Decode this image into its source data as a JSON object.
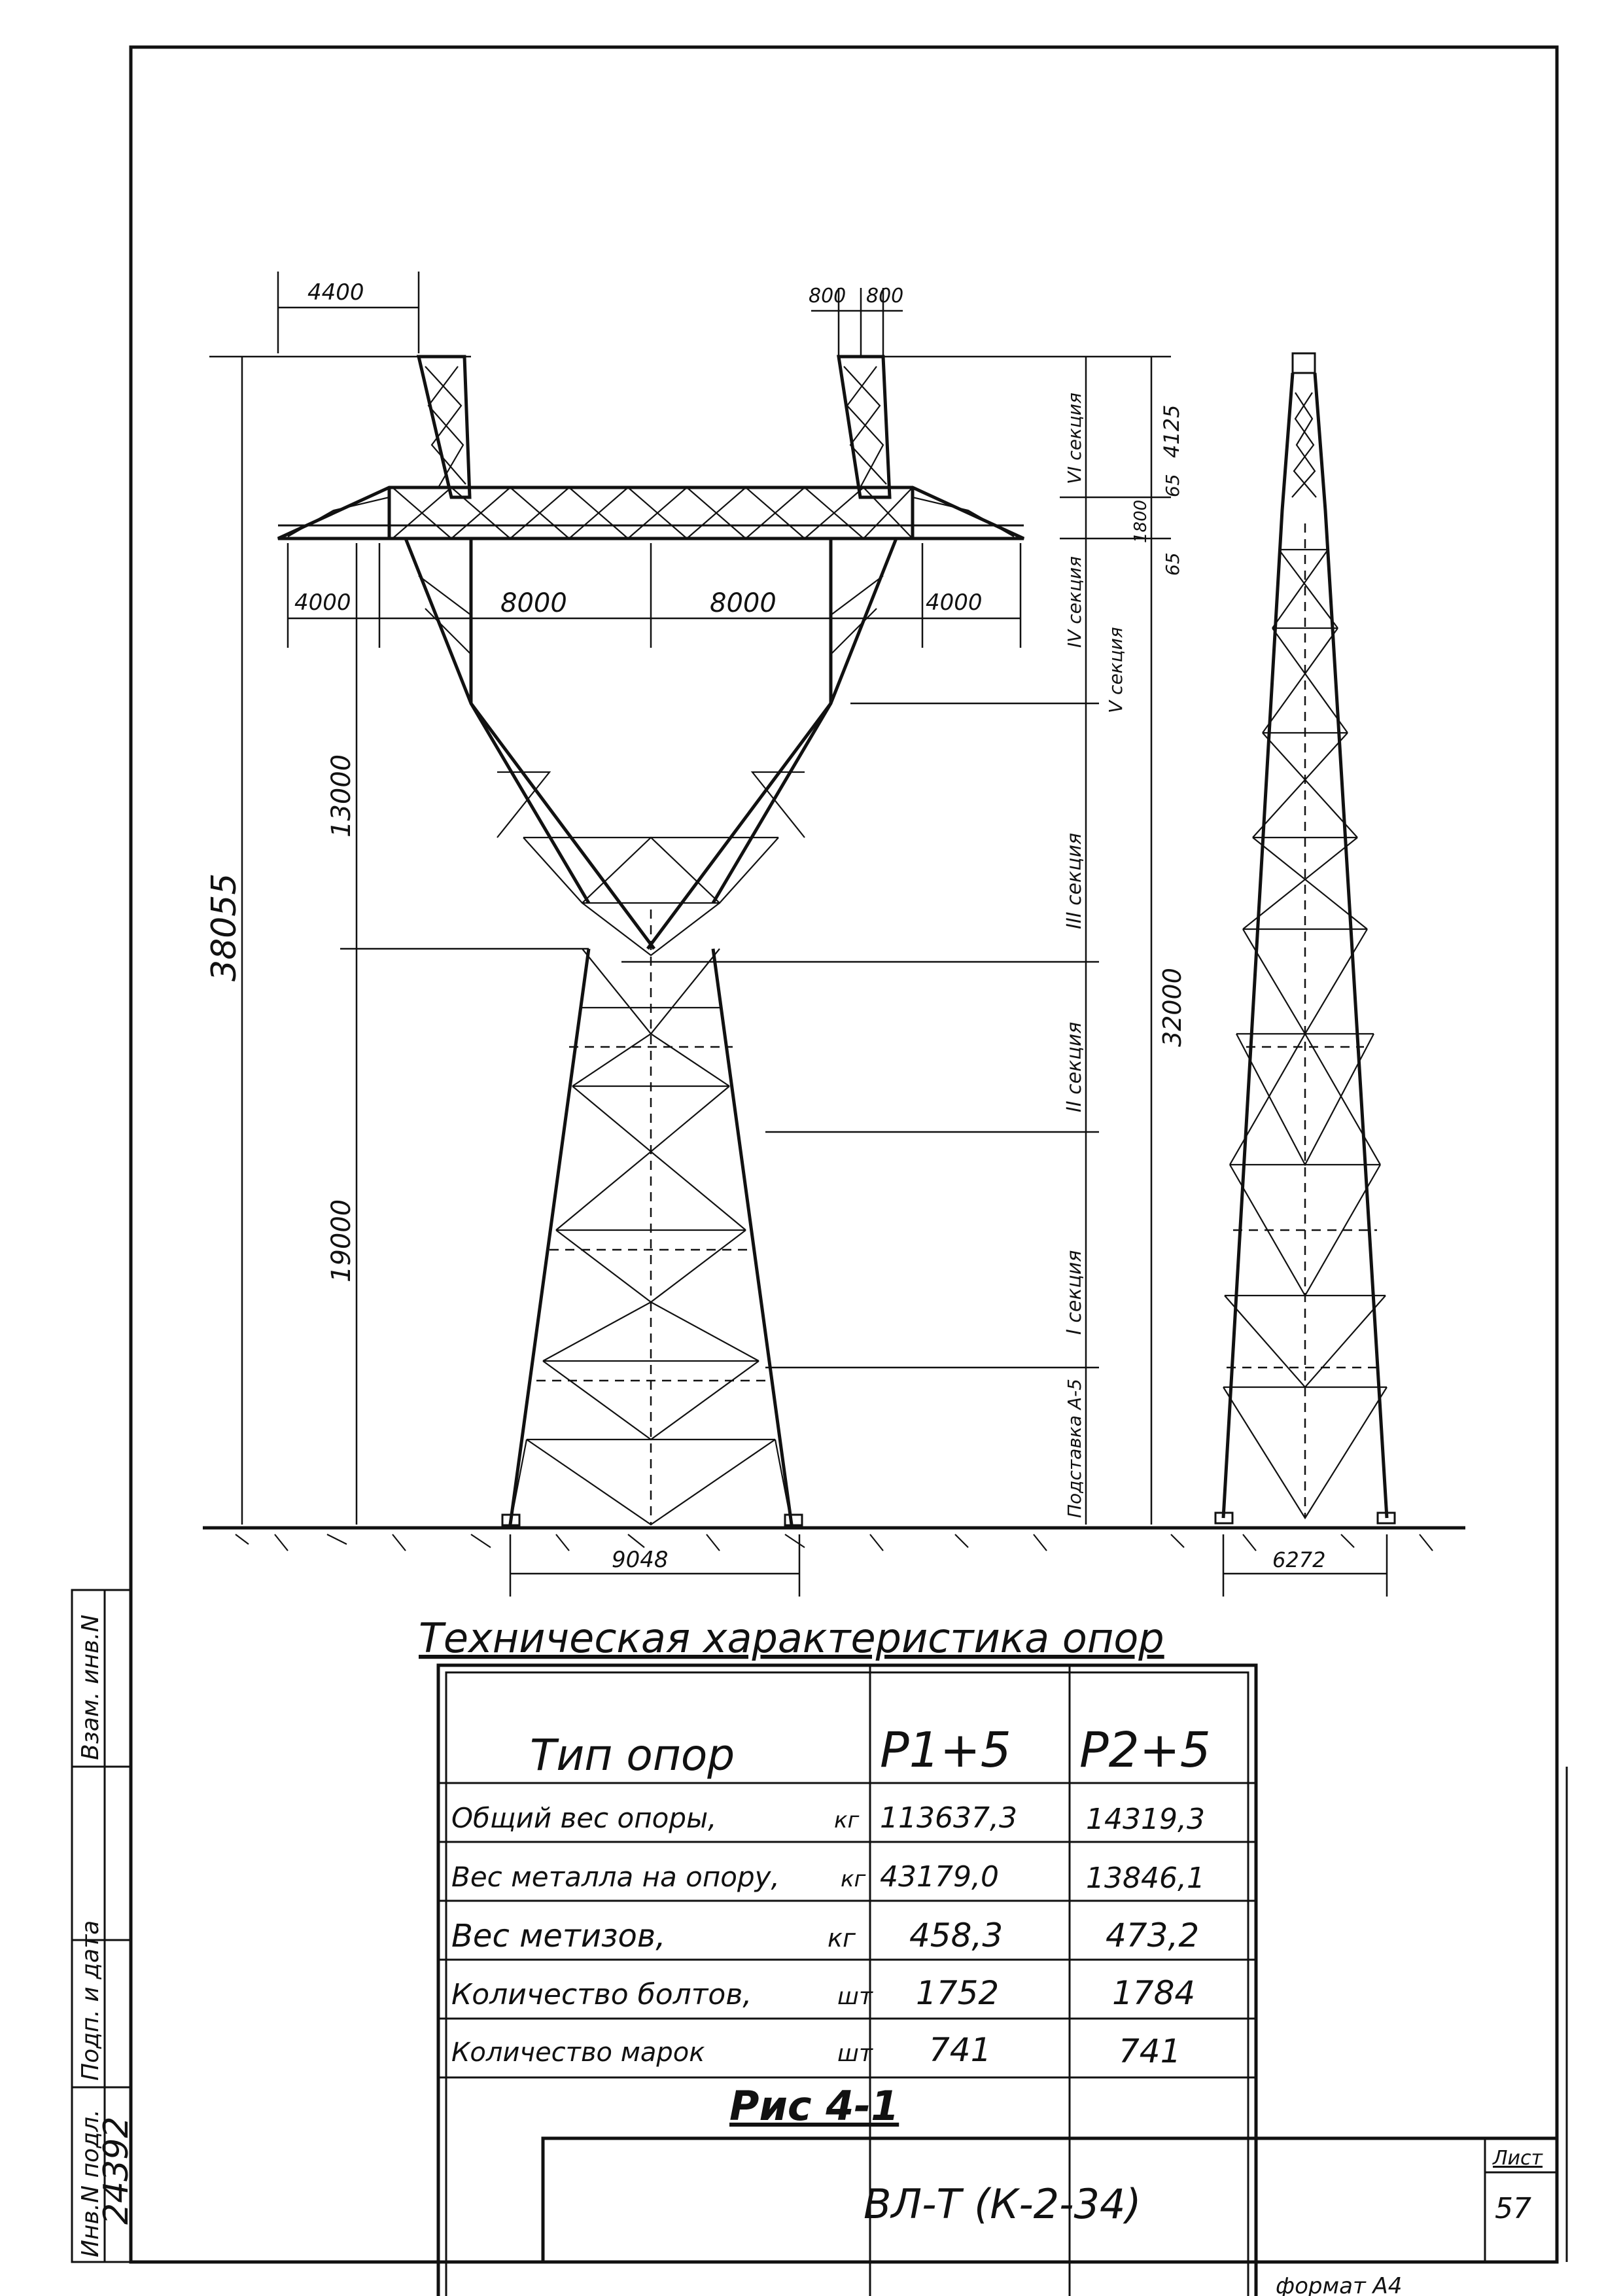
{
  "drawing": {
    "dimensions": {
      "top_left_arm": "4400",
      "top_right_peak": "800",
      "top_right_peak_b": "800",
      "arm_left_outer": "4000",
      "arm_left_inner": "8000",
      "arm_right_inner": "8000",
      "arm_right_outer": "4000",
      "total_height": "38055",
      "upper_height": "13000",
      "lower_height": "19000",
      "base_width_front": "9048",
      "base_width_side": "6272",
      "right_total": "32000",
      "right_top": "4125",
      "right_gap_a": "65",
      "right_gap_b": "65",
      "right_mid": "1800"
    },
    "sections": {
      "vi": "VI секция",
      "iv": "IV секция",
      "v": "V секция",
      "iii": "III секция",
      "ii": "II секция",
      "i": "I секция",
      "base": "Подставка А-5"
    }
  },
  "table": {
    "title": "Техническая характеристика опор",
    "header": {
      "label": "Тип опор",
      "col1": "Р1+5",
      "col2": "Р2+5"
    },
    "rows": [
      {
        "label": "Общий вес опоры,",
        "unit": "кг",
        "v1": "113637,3",
        "v2": "14319,3"
      },
      {
        "label": "Вес металла на опору,",
        "unit": "кг",
        "v1": "43179,0",
        "v2": "13846,1"
      },
      {
        "label": "Вес метизов,",
        "unit": "кг",
        "v1": "458,3",
        "v2": "473,2"
      },
      {
        "label": "Количество болтов,",
        "unit": "шт",
        "v1": "1752",
        "v2": "1784"
      },
      {
        "label": "Количество марок",
        "unit": "шт",
        "v1": "741",
        "v2": "741"
      }
    ]
  },
  "figure_caption": "Рис 4-1",
  "stamp": {
    "document_code": "ВЛ-Т (К-2-34)",
    "sheet_label": "Лист",
    "sheet_number": "57",
    "format": "формат А4"
  },
  "side_stamp": {
    "inv_label": "Инв.N подл.",
    "inv_number": "24392",
    "sign_label": "Подп. и дата",
    "replace_label": "Взам. инв.N"
  }
}
